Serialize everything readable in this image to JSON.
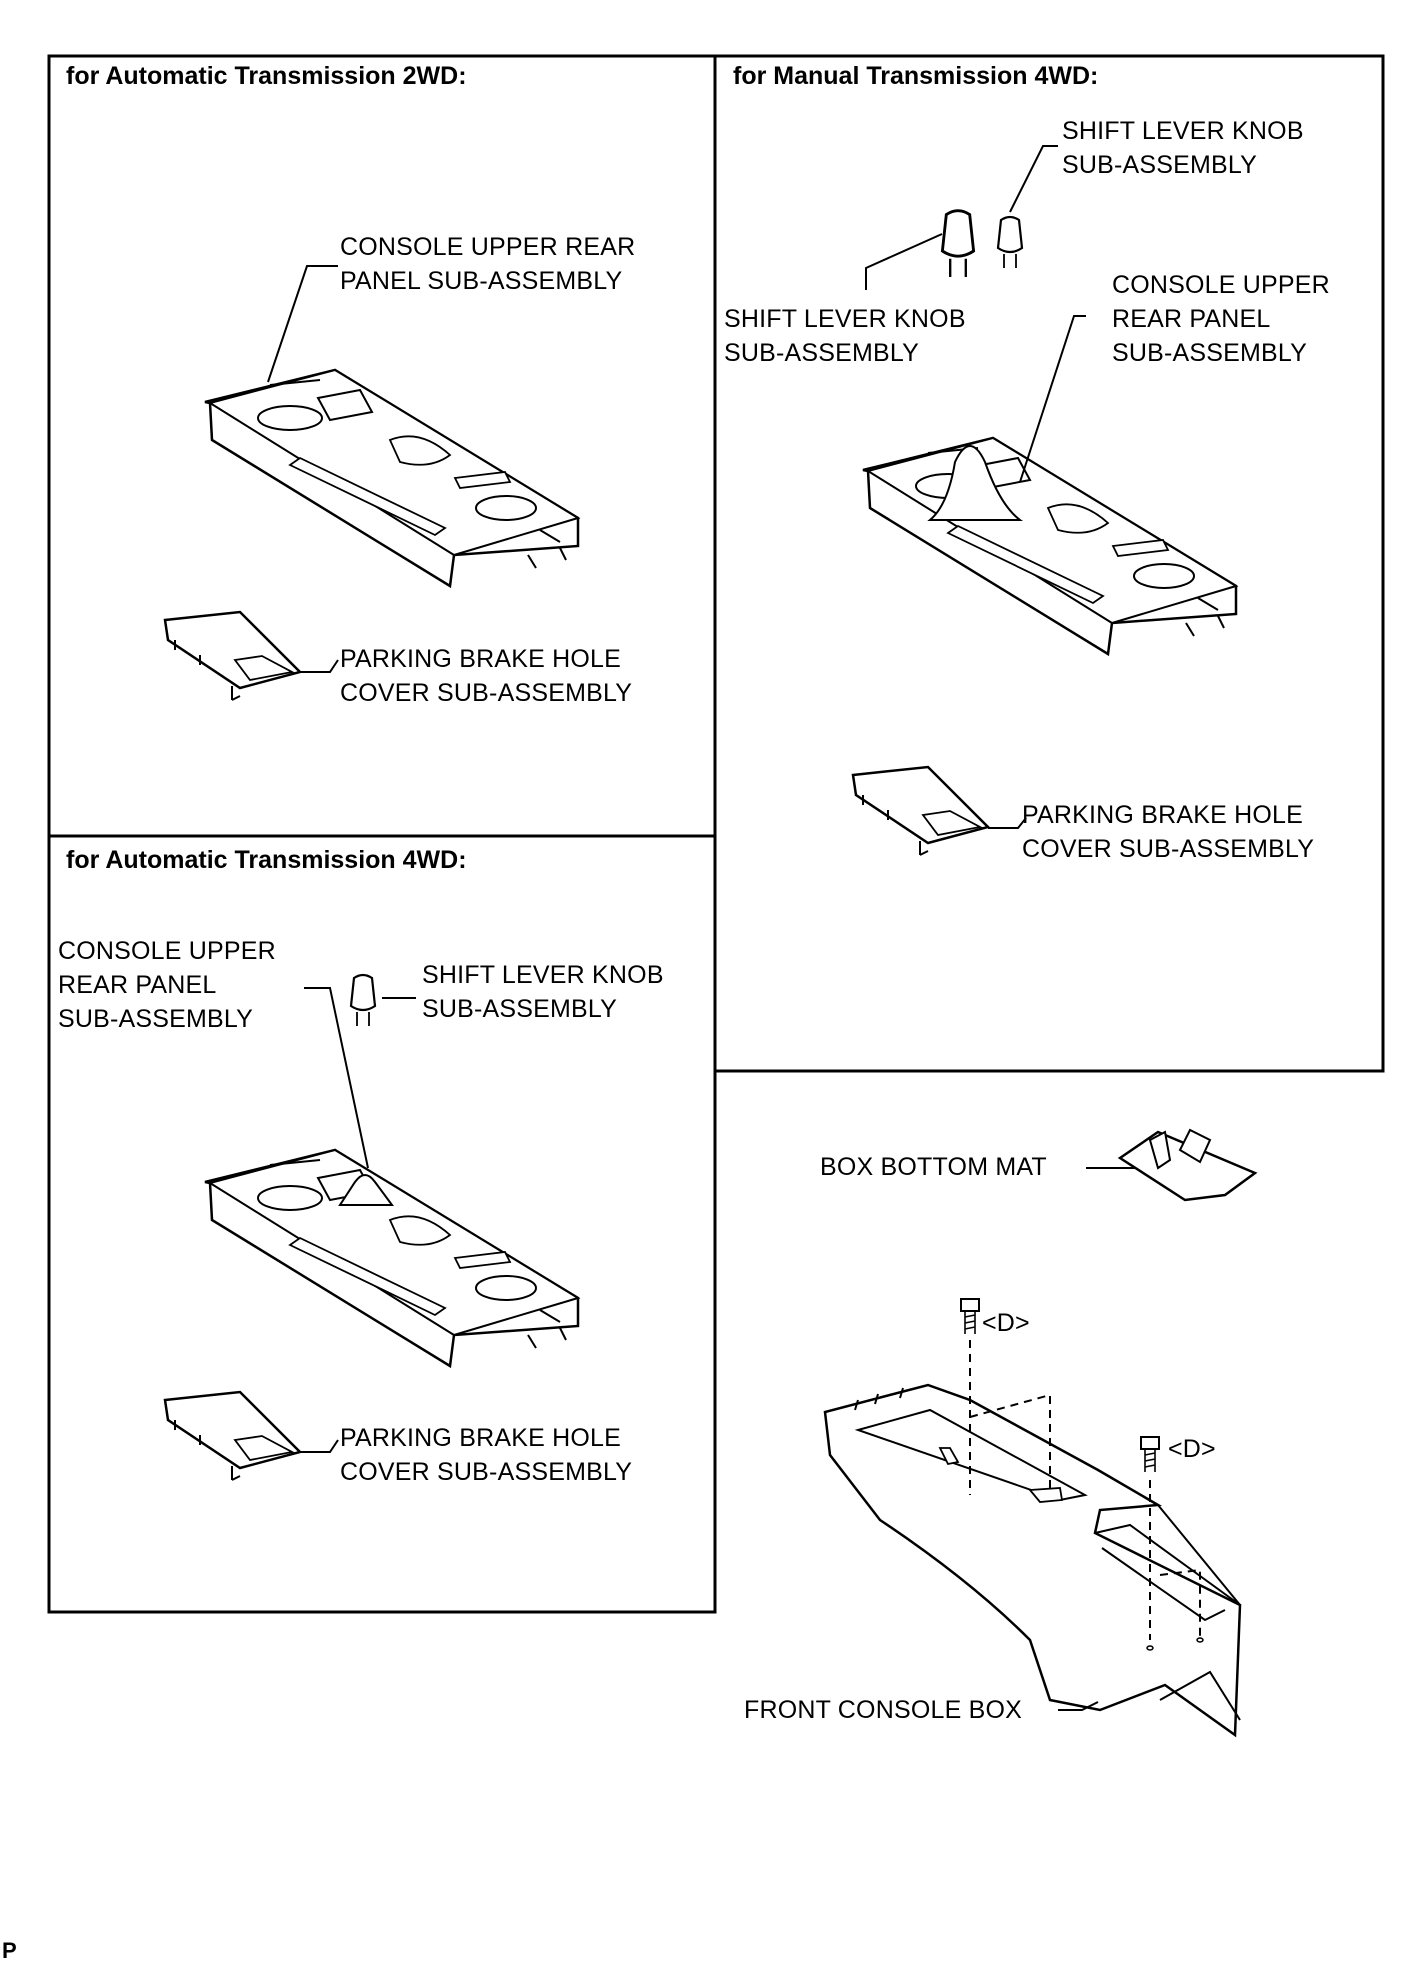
{
  "panels": {
    "at2wd": {
      "title": "for Automatic Transmission 2WD:",
      "console_label": [
        "CONSOLE UPPER REAR",
        "PANEL SUB-ASSEMBLY"
      ],
      "cover_label": [
        "PARKING BRAKE HOLE",
        "COVER SUB-ASSEMBLY"
      ]
    },
    "mt4wd": {
      "title": "for Manual Transmission 4WD:",
      "knob_right_label": [
        "SHIFT LEVER KNOB",
        "SUB-ASSEMBLY"
      ],
      "knob_left_label": [
        "SHIFT LEVER KNOB",
        "SUB-ASSEMBLY"
      ],
      "console_label": [
        "CONSOLE UPPER",
        "REAR PANEL",
        "SUB-ASSEMBLY"
      ],
      "cover_label": [
        "PARKING BRAKE HOLE",
        "COVER SUB-ASSEMBLY"
      ]
    },
    "at4wd": {
      "title": "for Automatic Transmission 4WD:",
      "console_label": [
        "CONSOLE UPPER",
        "REAR PANEL",
        "SUB-ASSEMBLY"
      ],
      "knob_label": [
        "SHIFT LEVER KNOB",
        "SUB-ASSEMBLY"
      ],
      "cover_label": [
        "PARKING BRAKE HOLE",
        "COVER SUB-ASSEMBLY"
      ]
    }
  },
  "lower": {
    "mat_label": "BOX BOTTOM MAT",
    "bolt_left_label": "<D>",
    "bolt_right_label": "<D>",
    "box_label": "FRONT CONSOLE BOX"
  },
  "page_code": "P"
}
